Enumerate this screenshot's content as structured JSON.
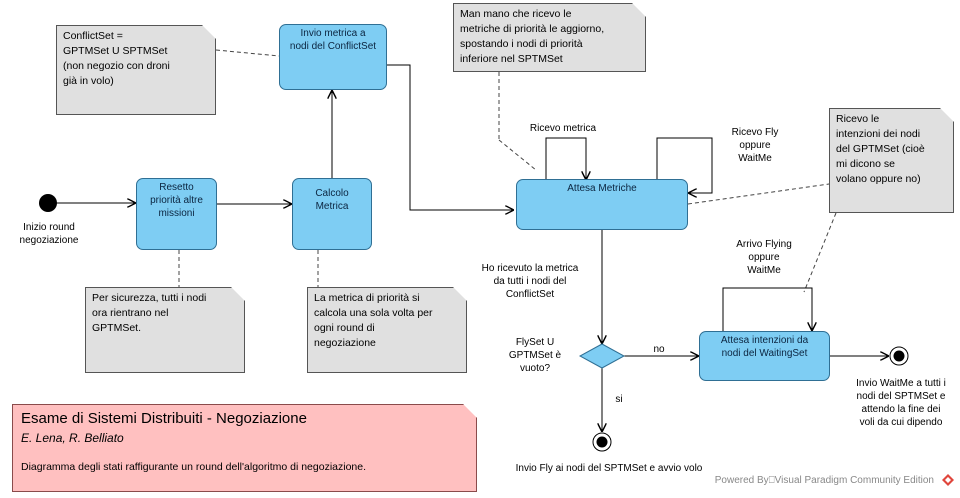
{
  "diagram": {
    "start_label": "Inizio round\nnegoziazione",
    "states": {
      "resetto": "Resetto\npriorità altre\nmissioni",
      "calcolo": "Calcolo\nMetrica",
      "invio_metrica": "Invio metrica a\nnodi del ConflictSet",
      "attesa_metriche": "Attesa Metriche",
      "attesa_intenzioni": "Attesa intenzioni da\nnodi del WaitingSet"
    },
    "decision_label": "FlySet U\nGPTMSet è\nvuoto?",
    "transition_labels": {
      "ricevo_metrica": "Ricevo metrica",
      "ricevo_fly": "Ricevo Fly\noppure\nWaitMe",
      "arrivo_flying": "Arrivo Flying\noppure\nWaitMe",
      "ho_ricevuto": "Ho ricevuto la metrica\nda tutti i nodi del\nConflictSet",
      "no": "no",
      "si": "si"
    },
    "end_labels": {
      "invio_waitme": "Invio WaitMe a tutti i\nnodi del SPTMSet e\nattendo la fine dei\nvoli da cui dipendo",
      "invio_fly": "Invio Fly ai nodi del SPTMSet e avvio volo"
    },
    "notes": {
      "conflictset": "ConflictSet =\nGPTMSet U SPTMSet\n(non negozio con droni\ngià in volo)",
      "man_mano": "Man mano che ricevo le\nmetriche di priorità le aggiorno,\nspostando i nodi di priorità\ninferiore nel SPTMSet",
      "ricevo_intenzioni": "Ricevo le\nintenzioni dei nodi\ndel GPTMSet (cioè\nmi dicono se\nvolano oppure no)",
      "sicurezza": "Per sicurezza, tutti i nodi\nora rientrano nel\nGPTMSet.",
      "metrica_priorita": "La metrica di priorità si\ncalcola una sola volta per\nogni round di\nnegoziazione"
    },
    "title_box": {
      "title": "Esame di Sistemi Distribuiti - Negoziazione",
      "authors": "E. Lena, R. Belliato",
      "description": "Diagramma degli stati raffigurante un round dell'algoritmo di negoziazione."
    },
    "footer": "Powered By⎕Visual Paradigm Community Edition",
    "colors": {
      "state_fill": "#7ecdf3",
      "state_border": "#2f6f94",
      "note_fill": "#e0e0e0",
      "title_fill": "#ffc0c0",
      "line": "#000000"
    }
  }
}
